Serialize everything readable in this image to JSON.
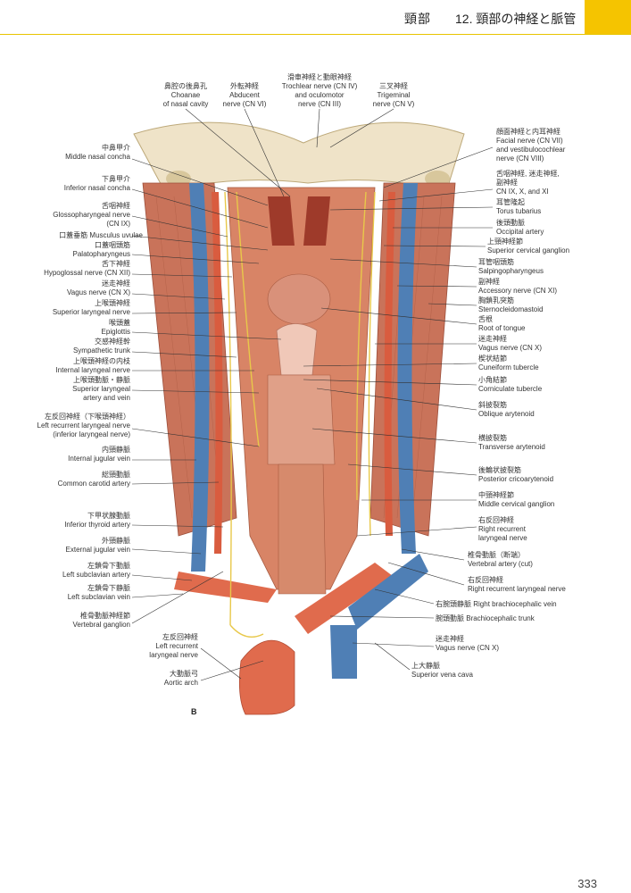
{
  "header": {
    "section": "頸部",
    "chapter": "12. 頸部の神経と脈管"
  },
  "figure_letter": "B",
  "page_number": "333",
  "labels_top": [
    {
      "jp": "鼻腔の後鼻孔",
      "en": "Choanae\nof nasal cavity"
    },
    {
      "jp": "外転神経",
      "en": "Abducent\nnerve (CN VI)"
    },
    {
      "jp": "滑車神経と動眼神経",
      "en": "Trochlear nerve (CN IV)\nand oculomotor\nnerve (CN III)"
    },
    {
      "jp": "三叉神経",
      "en": "Trigeminal\nnerve (CN V)"
    }
  ],
  "labels_left": [
    {
      "jp": "中鼻甲介",
      "en": "Middle nasal concha"
    },
    {
      "jp": "下鼻甲介",
      "en": "Inferior nasal concha"
    },
    {
      "jp": "舌咽神経",
      "en": "Glossopharyngeal nerve\n(CN IX)"
    },
    {
      "jp": "口蓋垂筋",
      "en": "Musculus uvulae"
    },
    {
      "jp": "口蓋咽頭筋",
      "en": "Palatopharyngeus"
    },
    {
      "jp": "舌下神経",
      "en": "Hypoglossal nerve (CN XII)"
    },
    {
      "jp": "迷走神経",
      "en": "Vagus nerve (CN X)"
    },
    {
      "jp": "上喉頭神経",
      "en": "Superior laryngeal nerve"
    },
    {
      "jp": "喉頭蓋",
      "en": "Epiglottis"
    },
    {
      "jp": "交感神経幹",
      "en": "Sympathetic trunk"
    },
    {
      "jp": "上喉頭神経の内枝",
      "en": "Internal laryngeal nerve"
    },
    {
      "jp": "上喉頭動脈・静脈",
      "en": "Superior laryngeal\nartery and vein"
    },
    {
      "jp": "左反回神経（下喉頭神経）",
      "en": "Left recurrent laryngeal nerve\n(inferior laryngeal nerve)"
    },
    {
      "jp": "内頸静脈",
      "en": "Internal jugular vein"
    },
    {
      "jp": "総頸動脈",
      "en": "Common carotid artery"
    },
    {
      "jp": "下甲状腺動脈",
      "en": "Inferior thyroid artery"
    },
    {
      "jp": "外頸静脈",
      "en": "External jugular vein"
    },
    {
      "jp": "左鎖骨下動脈",
      "en": "Left subclavian artery"
    },
    {
      "jp": "左鎖骨下静脈",
      "en": "Left subclavian vein"
    },
    {
      "jp": "椎骨動脈神経節",
      "en": "Vertebral ganglion"
    },
    {
      "jp": "左反回神経",
      "en": "Left recurrent\nlaryngeal nerve"
    },
    {
      "jp": "大動脈弓",
      "en": "Aortic arch"
    }
  ],
  "labels_right": [
    {
      "jp": "顔面神経と内耳神経",
      "en": "Facial nerve (CN VII)\nand vestibulocochlear\nnerve (CN VIII)"
    },
    {
      "jp": "舌咽神経, 迷走神経,\n副神経",
      "en": "CN IX, X, and XI"
    },
    {
      "jp": "耳管隆起",
      "en": "Torus tubarius"
    },
    {
      "jp": "後頭動脈",
      "en": "Occipital artery"
    },
    {
      "jp": "上頸神経節",
      "en": "Superior cervical ganglion"
    },
    {
      "jp": "耳管咽頭筋",
      "en": "Salpingopharyngeus"
    },
    {
      "jp": "副神経",
      "en": "Accessory nerve (CN XI)"
    },
    {
      "jp": "胸鎖乳突筋",
      "en": "Sternocleidomastoid"
    },
    {
      "jp": "舌根",
      "en": "Root of tongue"
    },
    {
      "jp": "迷走神経",
      "en": "Vagus nerve (CN X)"
    },
    {
      "jp": "楔状結節",
      "en": "Cuneiform tubercle"
    },
    {
      "jp": "小角結節",
      "en": "Corniculate tubercle"
    },
    {
      "jp": "斜披裂筋",
      "en": "Oblique arytenoid"
    },
    {
      "jp": "横披裂筋",
      "en": "Transverse arytenoid"
    },
    {
      "jp": "後輪状披裂筋",
      "en": "Posterior cricoarytenoid"
    },
    {
      "jp": "中頸神経節",
      "en": "Middle cervical ganglion"
    },
    {
      "jp": "右反回神経",
      "en": "Right recurrent\nlaryngeal nerve"
    },
    {
      "jp": "椎骨動脈（断端）",
      "en": "Vertebral artery (cut)"
    },
    {
      "jp": "右反回神経",
      "en": "Right recurrent laryngeal nerve"
    },
    {
      "jp": "右腕頭静脈",
      "en": "Right brachiocephalic vein"
    },
    {
      "jp": "腕頭動脈",
      "en": "Brachiocephalic trunk"
    },
    {
      "jp": "迷走神経",
      "en": "Vagus nerve (CN X)"
    },
    {
      "jp": "上大静脈",
      "en": "Superior vena cava"
    }
  ]
}
